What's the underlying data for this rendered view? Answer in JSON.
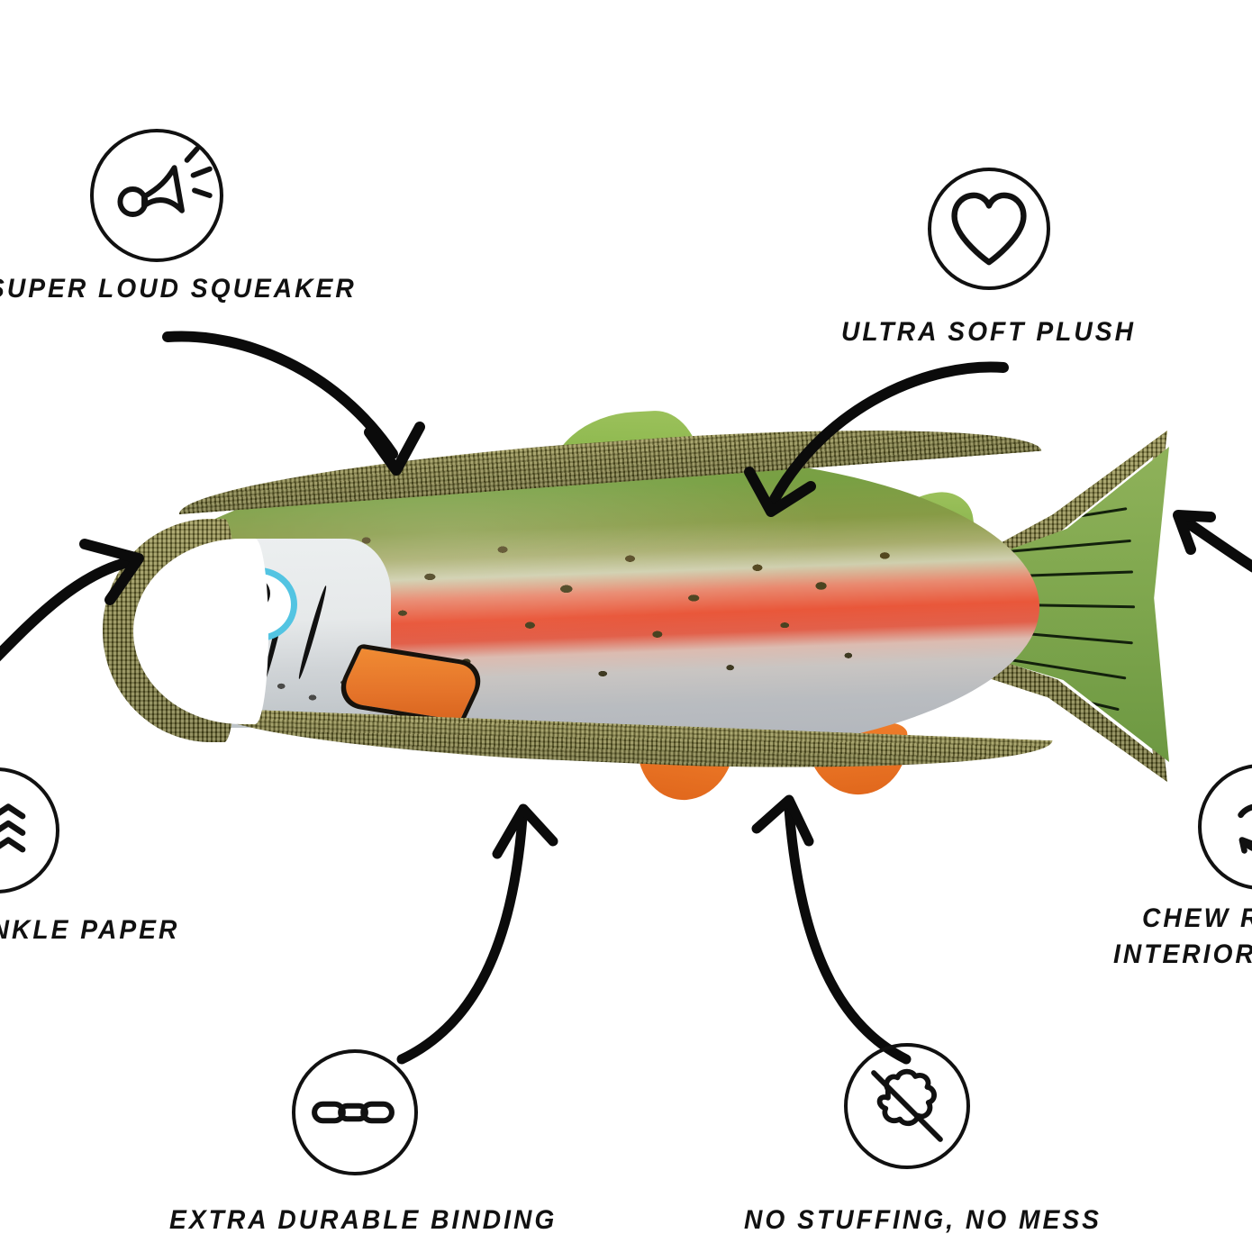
{
  "page": {
    "background_color": "#ffffff",
    "product": "plush rainbow trout dog toy",
    "ink_color": "#111111"
  },
  "features": [
    {
      "id": "super-loud-squeaker",
      "label": "SUPER LOUD SQUEAKER",
      "icon": "squeaker-horn-icon",
      "clipped": "left"
    },
    {
      "id": "ultra-soft-plush",
      "label": "ULTRA SOFT PLUSH",
      "icon": "heart-icon",
      "clipped": "none"
    },
    {
      "id": "crinkle-paper",
      "label": "CRINKLE PAPER",
      "icon": "crinkle-waves-icon",
      "clipped": "left"
    },
    {
      "id": "chew-resistant-interior-lining",
      "label_line1": "CHEW RESISTANT",
      "label_line2": "INTERIOR LINING",
      "icon": "chew-resistant-arrows-icon",
      "clipped": "right"
    },
    {
      "id": "extra-durable-binding",
      "label": "EXTRA DURABLE BINDING",
      "icon": "chain-link-icon",
      "clipped": "none"
    },
    {
      "id": "no-stuffing-no-mess",
      "label": "NO STUFFING, NO MESS",
      "icon": "no-stuffing-cloud-icon",
      "clipped": "none"
    }
  ],
  "toy_colors": {
    "binding_webbing": "#7c7830",
    "back_green": "#7fa34a",
    "lateral_red": "#e9573a",
    "belly_gray": "#b9bcc0",
    "fin_orange": "#e5742a",
    "tail_green": "#7ea64d",
    "eye_ring_blue": "#53c4e2",
    "mouth_lavender": "#b9a8da",
    "speckle_brown": "#53471f"
  }
}
